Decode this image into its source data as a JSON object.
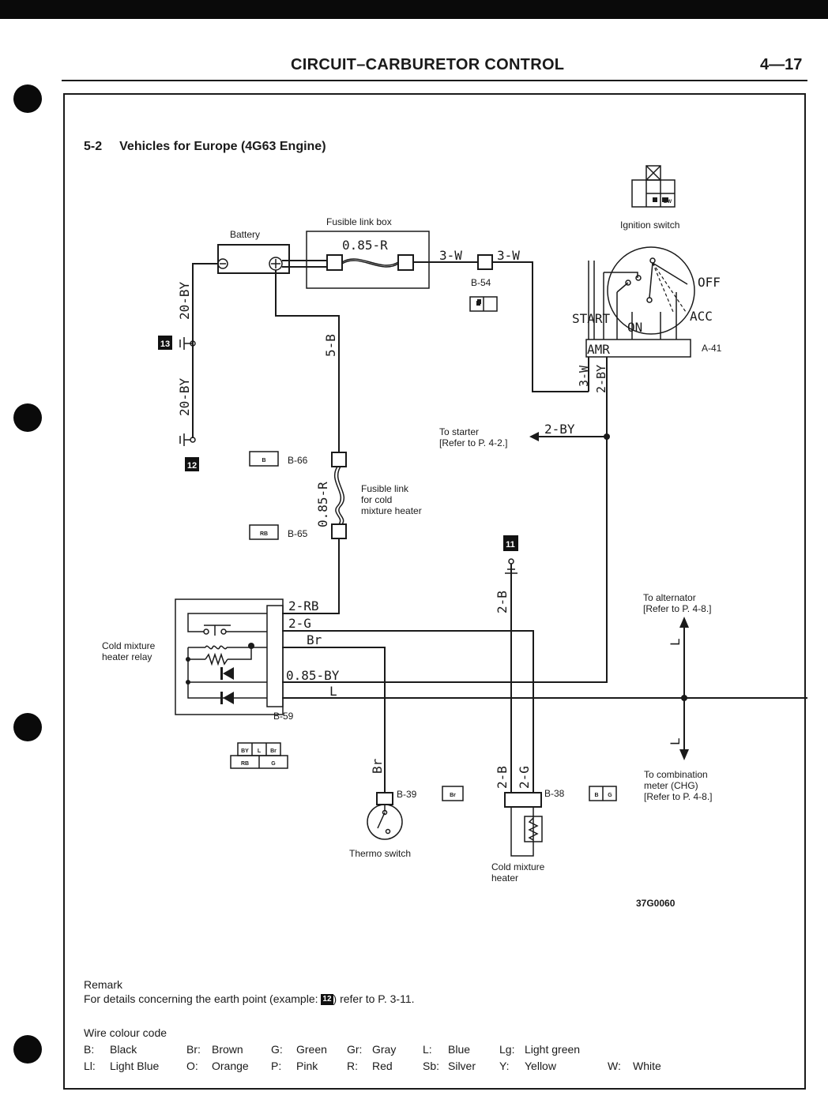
{
  "header": {
    "title": "CIRCUIT–CARBURETOR CONTROL",
    "page": "4—17"
  },
  "section": {
    "number": "5-2",
    "title": "Vehicles for Europe (4G63 Engine)"
  },
  "diagram": {
    "battery": "Battery",
    "fusible_link_box": "Fusible link box",
    "fusible_rating": "0.85-R",
    "ignition_switch": "Ignition switch",
    "sw_off": "OFF",
    "sw_acc": "ACC",
    "sw_start": "START",
    "sw_on": "ON",
    "sw_amr": "AMR",
    "conn_a41": "A-41",
    "conn_b54": "B-54",
    "conn_b66": "B-66",
    "conn_b65": "B-65",
    "conn_b59": "B-59",
    "conn_b39": "B-39",
    "conn_b38": "B-38",
    "wire_3w": "3-W",
    "wire_20by": "20-BY",
    "wire_5b": "5-B",
    "wire_2by": "2-BY",
    "wire_085r": "0.85-R",
    "wire_2rb": "2-RB",
    "wire_2g": "2-G",
    "wire_br": "Br",
    "wire_085by": "0.85-BY",
    "wire_l": "L",
    "wire_2b": "2-B",
    "earth_13": "13",
    "earth_12": "12",
    "earth_11": "11",
    "to_starter_1": "To starter",
    "to_starter_2": "[Refer to P. 4-2.]",
    "fusible_cold_1": "Fusible link",
    "fusible_cold_2": "for cold",
    "fusible_cold_3": "mixture heater",
    "relay_1": "Cold mixture",
    "relay_2": "heater relay",
    "to_alt_1": "To alternator",
    "to_alt_2": "[Refer to P. 4-8.]",
    "to_meter_1": "To combination",
    "to_meter_2": "meter (CHG)",
    "to_meter_3": "[Refer to P. 4-8.]",
    "thermo_switch": "Thermo switch",
    "heater_1": "Cold mixture",
    "heater_2": "heater",
    "figure_code": "37G0060",
    "pin_b": "B",
    "pin_rb": "RB",
    "pin_by": "BY",
    "pin_l": "L",
    "pin_br": "Br",
    "pin_g": "G",
    "pin_bw": "BW"
  },
  "remark": {
    "title": "Remark",
    "text_before": "For details concerning the earth point (example:",
    "badge": "12",
    "text_after": ") refer to P. 3-11."
  },
  "wire_colour": {
    "title": "Wire colour code",
    "row1": [
      "B:",
      "Black",
      "Br:",
      "Brown",
      "G:",
      "Green",
      "Gr:",
      "Gray",
      "L:",
      "Blue",
      "Lg:",
      "Light green"
    ],
    "row2": [
      "Ll:",
      "Light Blue",
      "O:",
      "Orange",
      "P:",
      "Pink",
      "R:",
      "Red",
      "Sb:",
      "Silver",
      "Y:",
      "Yellow",
      "W:",
      "White"
    ]
  }
}
